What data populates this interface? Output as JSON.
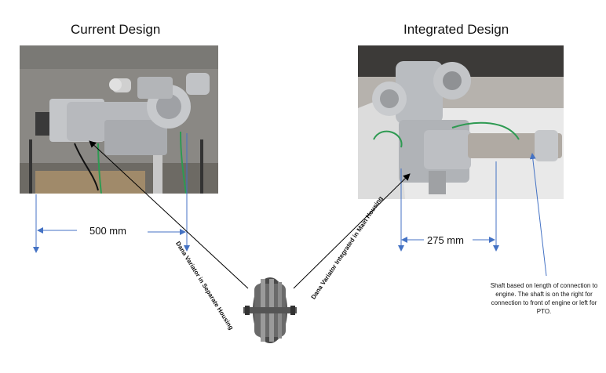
{
  "titles": {
    "left": "Current Design",
    "right": "Integrated Design"
  },
  "dimensions": {
    "current": "500 mm",
    "integrated": "275 mm"
  },
  "labels": {
    "variator_separate": "Dana Variator in Separate Housing",
    "variator_integrated": "Dana Variator Integrated in Main Housing",
    "shaft_note": "Shaft based on length of connection to engine.  The shaft is on the right for connection to front of engine or left for PTO."
  },
  "colors": {
    "dimension_line": "#4472c4",
    "pointer_line": "#000000",
    "current_photo_background": "#8a8884",
    "integrated_photo_background": "#d8d8d8",
    "housing_metal": "#b9bcc0",
    "green_wire": "#2e9a52"
  }
}
